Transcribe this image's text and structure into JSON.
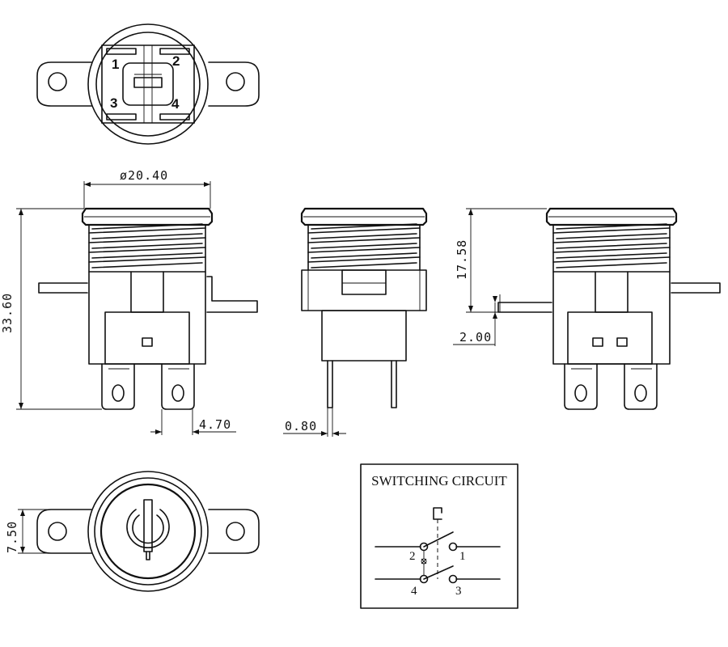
{
  "top_view": {
    "pins": [
      "1",
      "2",
      "3",
      "4"
    ]
  },
  "dimensions": {
    "diameter": "ø20.40",
    "height": "33.60",
    "thread_length": "17.58",
    "flange_thickness": "2.00",
    "terminal_pitch": "4.70",
    "terminal_thickness": "0.80",
    "flange_hole_height": "7.50"
  },
  "circuit": {
    "title": "SWITCHING CIRCUIT",
    "labels": [
      "1",
      "2",
      "3",
      "4"
    ]
  }
}
